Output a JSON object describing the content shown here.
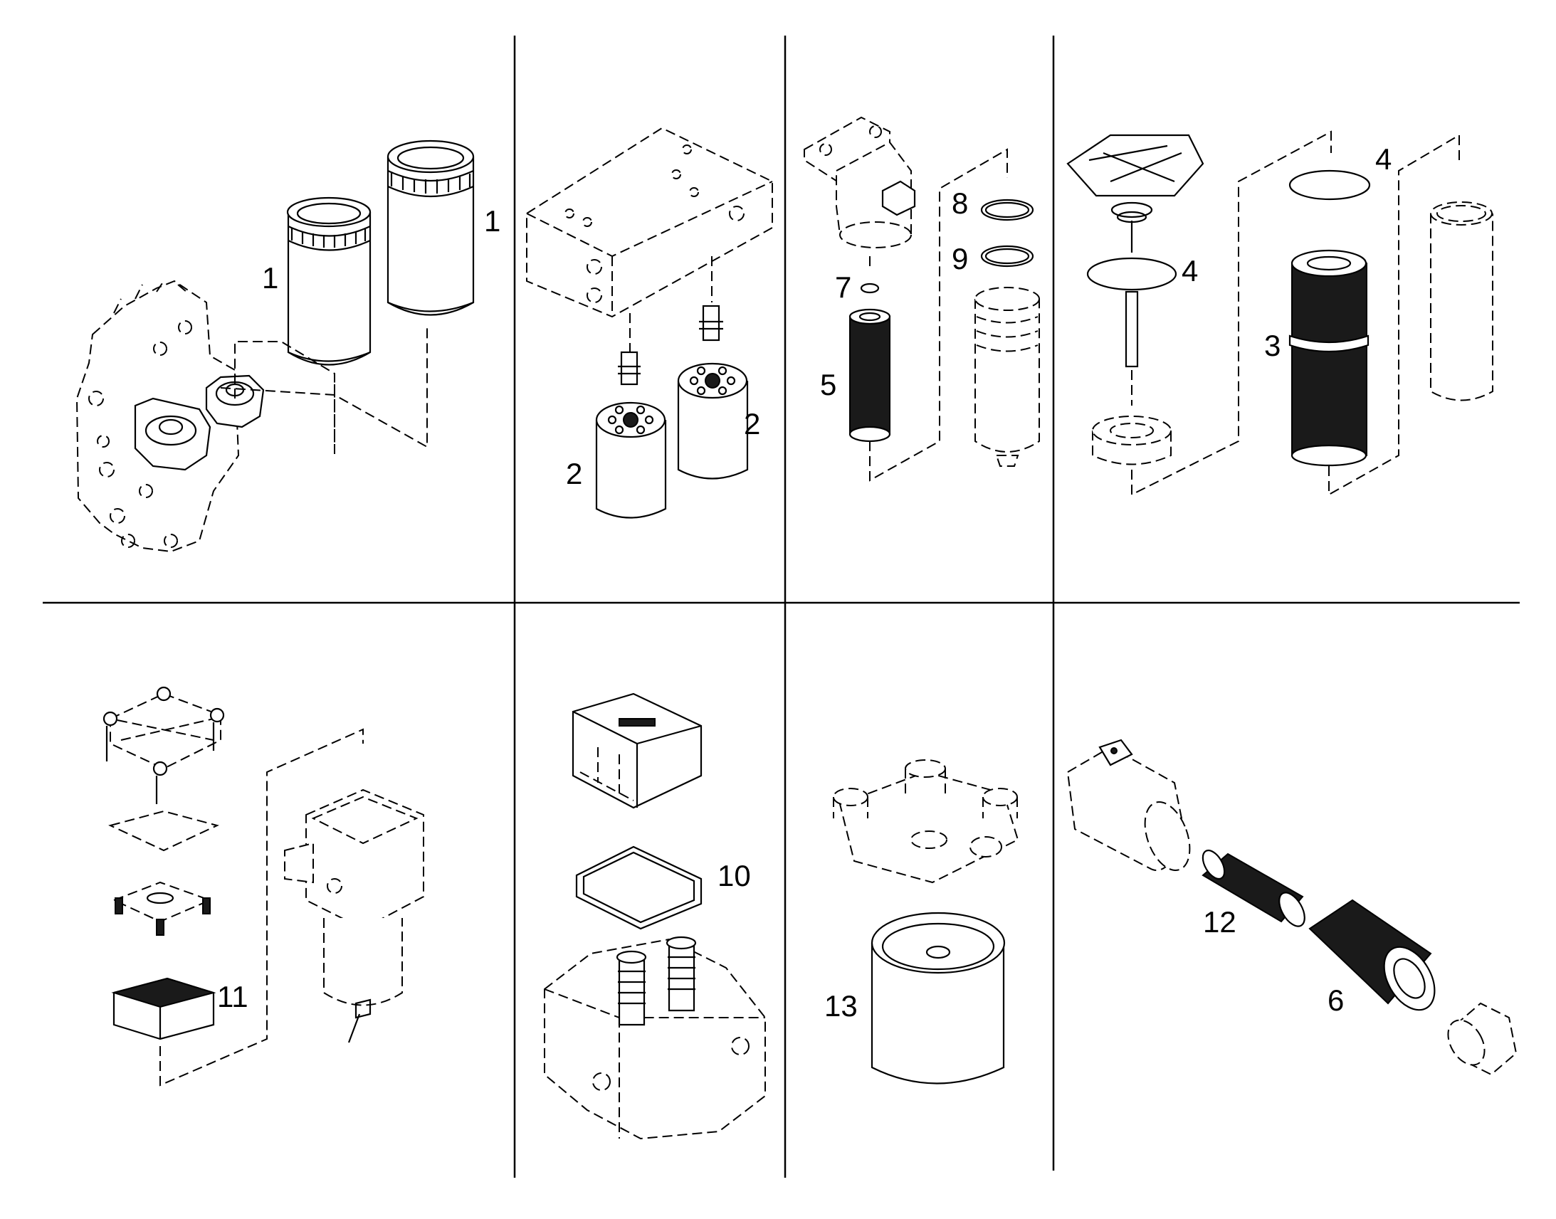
{
  "labels": {
    "p1a": "1",
    "p1b": "1",
    "p2a": "2",
    "p2b": "2",
    "p7": "7",
    "p8": "8",
    "p9": "9",
    "p5": "5",
    "p4a": "4",
    "p4b": "4",
    "p3": "3",
    "p11": "11",
    "p10": "10",
    "p13": "13",
    "p12": "12",
    "p6": "6"
  },
  "colors": {
    "line": "#000000",
    "background": "#ffffff",
    "element_fill": "#1a1a1a"
  }
}
